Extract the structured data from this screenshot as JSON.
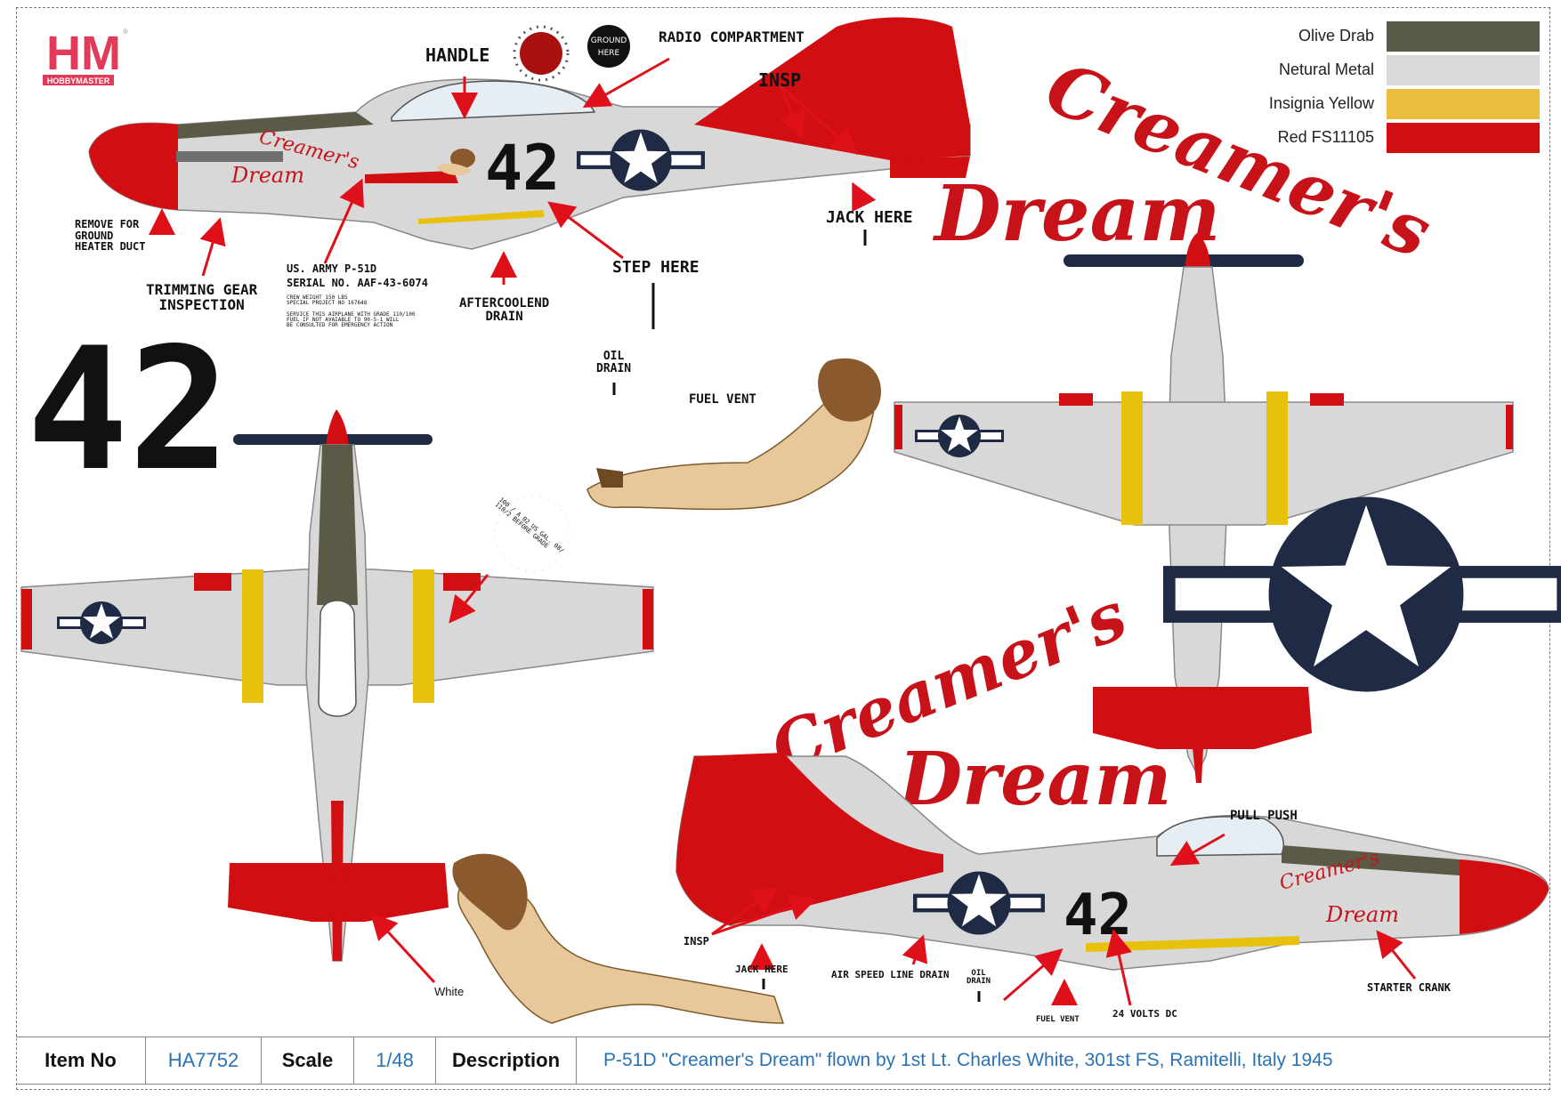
{
  "brand": {
    "logo_text": "HM",
    "logo_subtext": "HOBBYMASTER",
    "registered_mark": "®"
  },
  "legend": [
    {
      "label": "Olive Drab",
      "color": "#5a5a48"
    },
    {
      "label": "Netural Metal",
      "color": "#d9d9d9"
    },
    {
      "label": "Insignia Yellow",
      "color": "#ebbd3d"
    },
    {
      "label": "Red FS11105",
      "color": "#d10f12"
    }
  ],
  "colors": {
    "red": "#d10f12",
    "metal": "#d8d8d8",
    "olive": "#5a5a46",
    "yellow": "#e8c10c",
    "navy": "#1f2a44",
    "skin": "#e8c89a",
    "hair": "#8a5a2e"
  },
  "nose_art": {
    "name_line1": "Creamer's",
    "name_line2": "Dream",
    "aircraft_number": "42"
  },
  "callouts": {
    "handle": "HANDLE",
    "ground_here": "GROUND\nHERE",
    "radio_compartment": "RADIO COMPARTMENT",
    "insp_top": "INSP",
    "jack_here_top": "JACK HERE",
    "remove_heater": "REMOVE FOR\nGROUND\nHEATER DUCT",
    "trimming_gear": "TRIMMING GEAR\nINSPECTION",
    "serial_line1": "US. ARMY P-51D",
    "serial_line2": "SERIAL NO.  AAF-43-6074",
    "serial_small": "CREW WEIGHT 150 LBS\nSPECIAL PROJECT NO 167648\n\nSERVICE THIS AIRPLANE WITH GRADE 110/100\nFUEL IF NOT AVAIABLE TO 90-5-1 WILL\nBE CONSULTED FOR EMERGENCY ACTION",
    "aftercoolend_drain": "AFTERCOOLEND\nDRAIN",
    "step_here": "STEP HERE",
    "oil_drain_top": "OIL\nDRAIN",
    "fuel_vent_top": "FUEL VENT",
    "fuel_stencil": "100 / A 02 US GAL. 08/ 110/2 BEFORE GRADE",
    "white": "White",
    "pull_push": "PULL PUSH",
    "insp_bottom": "INSP",
    "jack_here_bottom": "JACK HERE",
    "air_speed_line_drain": "AIR SPEED LINE DRAIN",
    "oil_drain_bottom": "OIL\nDRAIN",
    "fuel_vent_bottom": "FUEL VENT",
    "volts": "24 VOLTS DC",
    "starter_crank": "STARTER CRANK"
  },
  "footer": {
    "item_no_label": "Item No",
    "item_no": "HA7752",
    "scale_label": "Scale",
    "scale": "1/48",
    "description_label": "Description",
    "description": "P-51D \"Creamer's Dream\" flown by 1st Lt. Charles White, 301st FS, Ramitelli, Italy 1945"
  }
}
